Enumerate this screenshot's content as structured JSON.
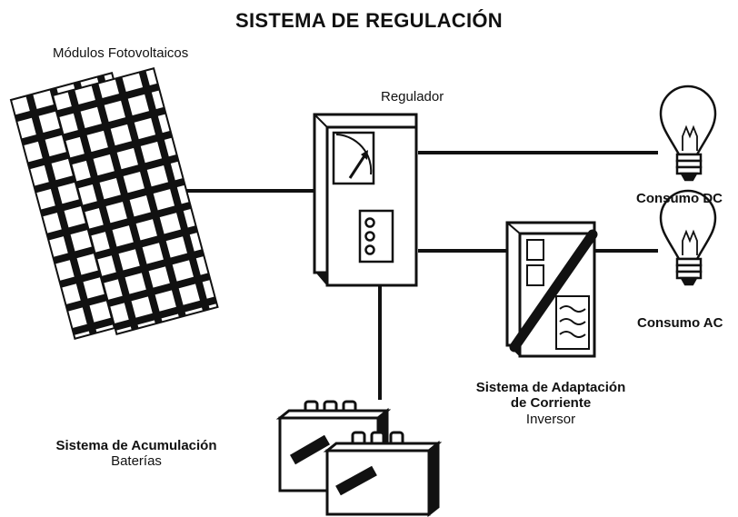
{
  "title": "SISTEMA DE REGULACIÓN",
  "components": {
    "solar_modules": {
      "label": "Módulos Fotovoltaicos"
    },
    "regulator": {
      "label": "Regulador"
    },
    "dc_load": {
      "label": "Consumo DC"
    },
    "ac_load": {
      "label": "Consumo AC"
    },
    "inverter": {
      "title_line1": "Sistema de Adaptación",
      "title_line2": "de Corriente",
      "subtitle": "Inversor"
    },
    "storage": {
      "title": "Sistema de Acumulación",
      "subtitle": "Baterías"
    }
  },
  "colors": {
    "ink": "#111111",
    "background": "#ffffff"
  }
}
